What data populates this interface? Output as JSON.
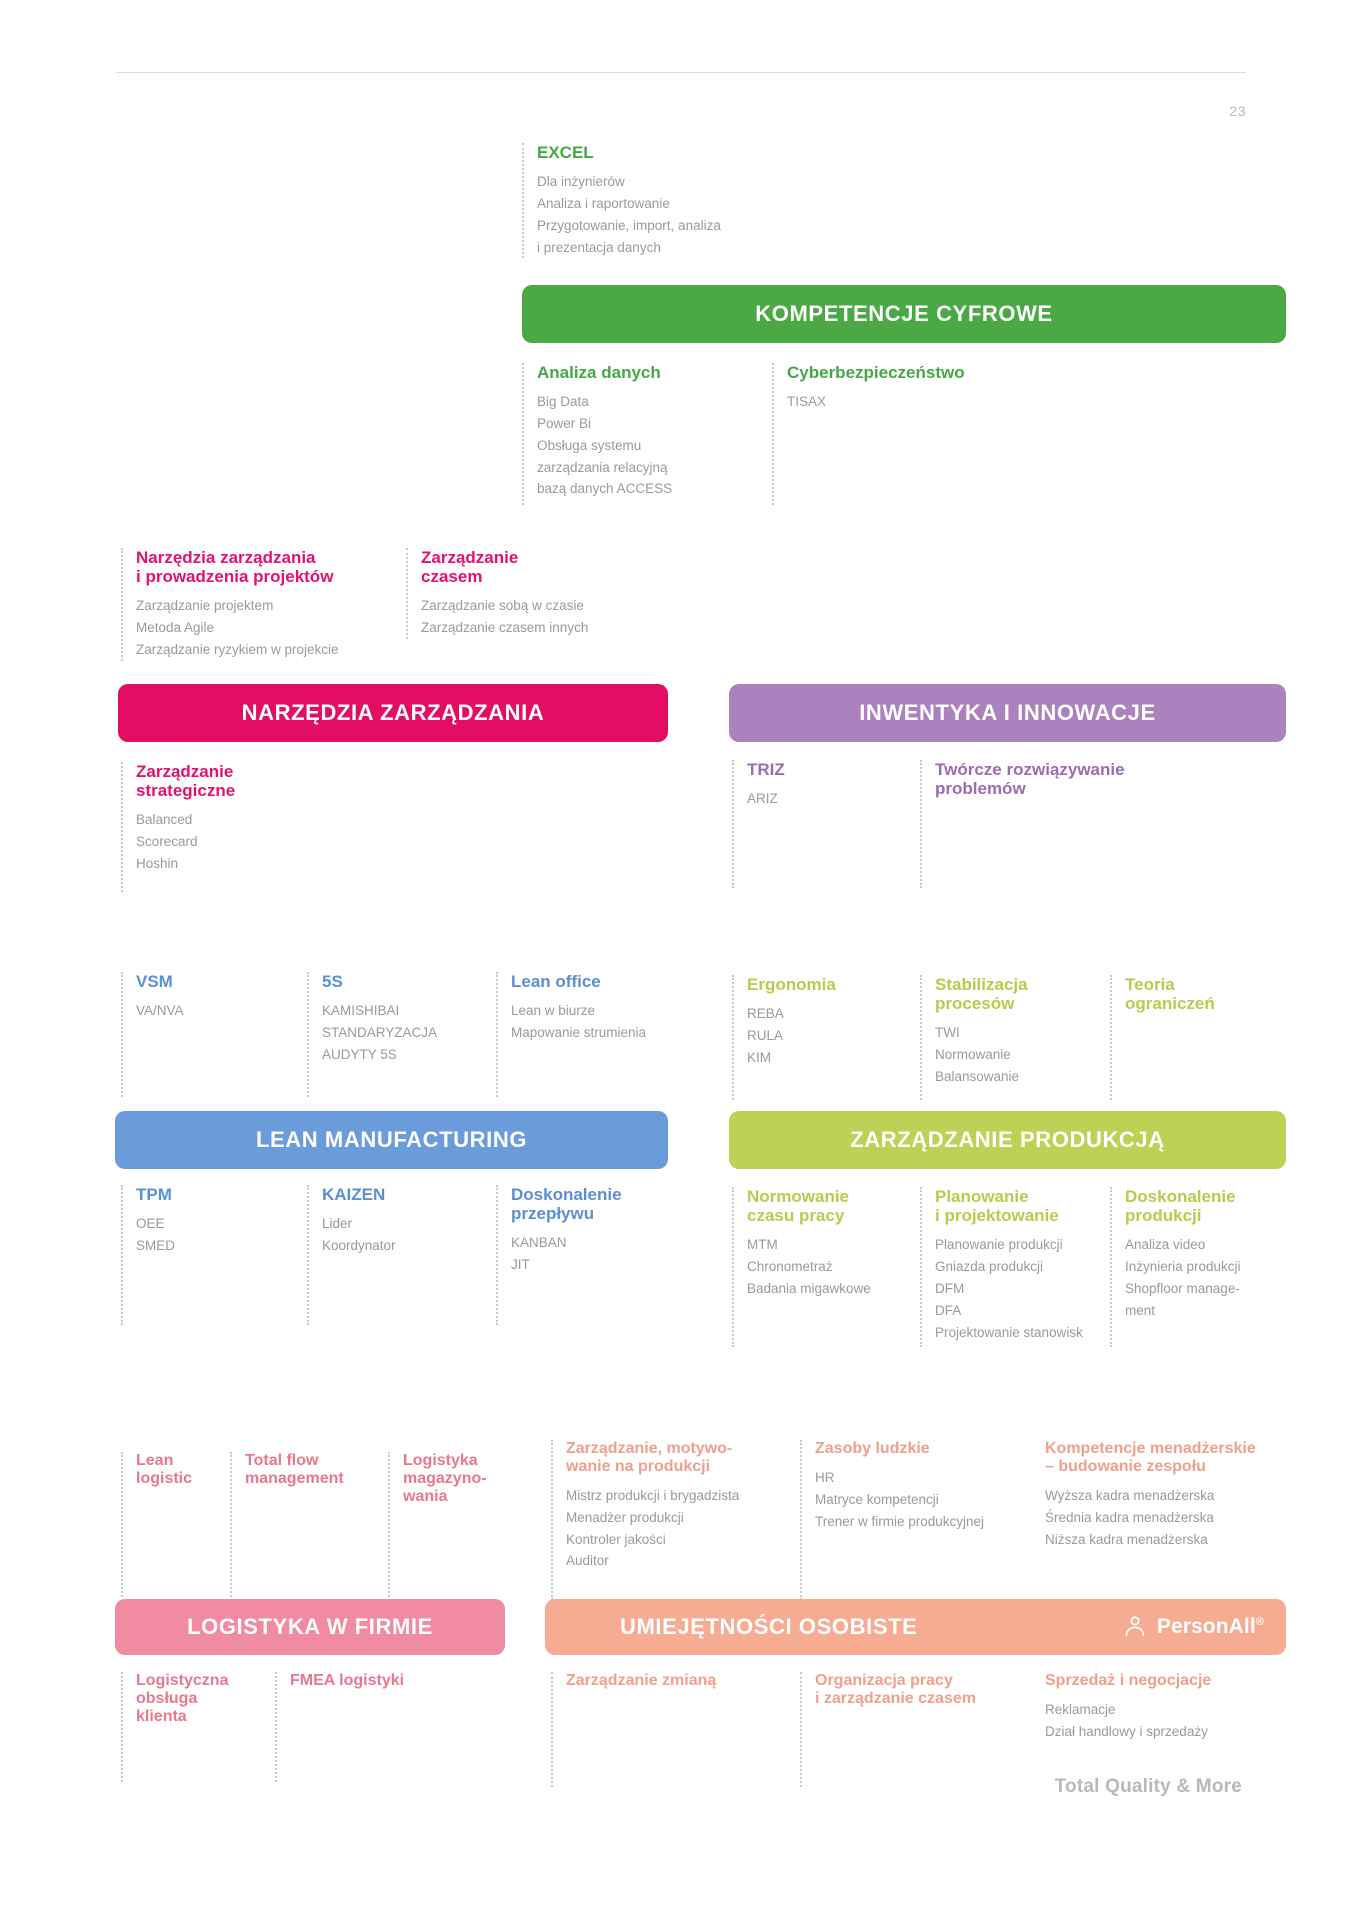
{
  "page": {
    "number": "23",
    "footer": "Total Quality & More"
  },
  "colors": {
    "green": "#4aa944",
    "pink": "#e30e64",
    "purple": "#ab82bd",
    "blue": "#6a9bdb",
    "olive": "#bdd254",
    "rose": "#f18ba2",
    "salmon": "#f6ab93"
  },
  "sections": {
    "digital": {
      "band": "KOMPETENCJE CYFROWE",
      "above": [
        {
          "title": "EXCEL",
          "items": "Dla inżynierów\nAnaliza i raportowanie\nPrzygotowanie, import, analiza\ni prezentacja danych"
        }
      ],
      "below": [
        {
          "title": "Analiza danych",
          "items": "Big Data\nPower Bi\nObsługa systemu\nzarządzania relacyjną\nbazą danych ACCESS"
        },
        {
          "title": "Cyberbezpieczeństwo",
          "items": "TISAX"
        }
      ]
    },
    "management_tools": {
      "band": "NARZĘDZIA ZARZĄDZANIA",
      "above": [
        {
          "title": "Narzędzia zarządzania\ni prowadzenia projektów",
          "items": "Zarządzanie projektem\nMetoda Agile\nZarządzanie ryzykiem w projekcie"
        },
        {
          "title": "Zarządzanie\nczasem",
          "items": "Zarządzanie sobą w czasie\nZarządzanie czasem innych"
        }
      ],
      "below": [
        {
          "title": "Zarządzanie\nstrategiczne",
          "items": "Balanced\nScorecard\nHoshin"
        }
      ]
    },
    "inventics": {
      "band": "INWENTYKA I INNOWACJE",
      "below": [
        {
          "title": "TRIZ",
          "items": "ARIZ"
        },
        {
          "title": "Twórcze rozwiązywanie\nproblemów",
          "items": ""
        }
      ]
    },
    "lean": {
      "band": "LEAN MANUFACTURING",
      "above": [
        {
          "title": "VSM",
          "items": "VA/NVA"
        },
        {
          "title": "5S",
          "items": "KAMISHIBAI\nSTANDARYZACJA\nAUDYTY 5S"
        },
        {
          "title": "Lean office",
          "items": "Lean w biurze\nMapowanie strumienia"
        }
      ],
      "below": [
        {
          "title": "TPM",
          "items": "OEE\nSMED"
        },
        {
          "title": "KAIZEN",
          "items": "Lider\nKoordynator"
        },
        {
          "title": "Doskonalenie\nprzepływu",
          "items": "KANBAN\nJIT"
        }
      ]
    },
    "production": {
      "band": "ZARZĄDZANIE PRODUKCJĄ",
      "above": [
        {
          "title": "Ergonomia",
          "items": "REBA\nRULA\nKIM"
        },
        {
          "title": "Stabilizacja\nprocesów",
          "items": "TWI\nNormowanie\nBalansowanie"
        },
        {
          "title": "Teoria\nograniczeń",
          "items": ""
        }
      ],
      "below": [
        {
          "title": "Normowanie\nczasu pracy",
          "items": "MTM\nChronometraż\nBadania migawkowe"
        },
        {
          "title": "Planowanie\ni projektowanie",
          "items": "Planowanie produkcji\nGniazda produkcji\nDFM\nDFA\nProjektowanie stanowisk"
        },
        {
          "title": "Doskonalenie\nprodukcji",
          "items": "Analiza video\nInżynieria produkcji\nShopfloor manage-\nment"
        }
      ]
    },
    "logistics": {
      "band": "LOGISTYKA W FIRMIE",
      "above": [
        {
          "title": "Lean\nlogistic",
          "items": ""
        },
        {
          "title": "Total flow\nmanagement",
          "items": ""
        },
        {
          "title": "Logistyka\nmagazyno-\nwania",
          "items": ""
        }
      ],
      "below": [
        {
          "title": "Logistyczna\nobsługa\nklienta",
          "items": ""
        },
        {
          "title": "FMEA logistyki",
          "items": ""
        }
      ]
    },
    "personal": {
      "band": "UMIEJĘTNOŚCI OSOBISTE",
      "logo": {
        "name": "PersonAll",
        "reg": "®"
      },
      "above": [
        {
          "title": "Zarządzanie, motywo-\nwanie na produkcji",
          "items": "Mistrz produkcji i brygadzista\nMenadżer produkcji\nKontroler jakości\nAuditor"
        },
        {
          "title": "Zasoby ludzkie",
          "items": "HR\nMatryce kompetencji\nTrener w firmie produkcyjnej"
        },
        {
          "title": "Kompetencje menadżerskie\n– budowanie zespołu",
          "items": "Wyższa kadra menadżerska\nŚrednia kadra menadżerska\nNiższa kadra menadżerska"
        }
      ],
      "below": [
        {
          "title": "Zarządzanie zmianą",
          "items": ""
        },
        {
          "title": "Organizacja pracy\ni zarządzanie czasem",
          "items": ""
        },
        {
          "title": "Sprzedaż i negocjacje",
          "items": "Reklamacje\nDział handlowy i sprzedaży"
        }
      ]
    }
  }
}
